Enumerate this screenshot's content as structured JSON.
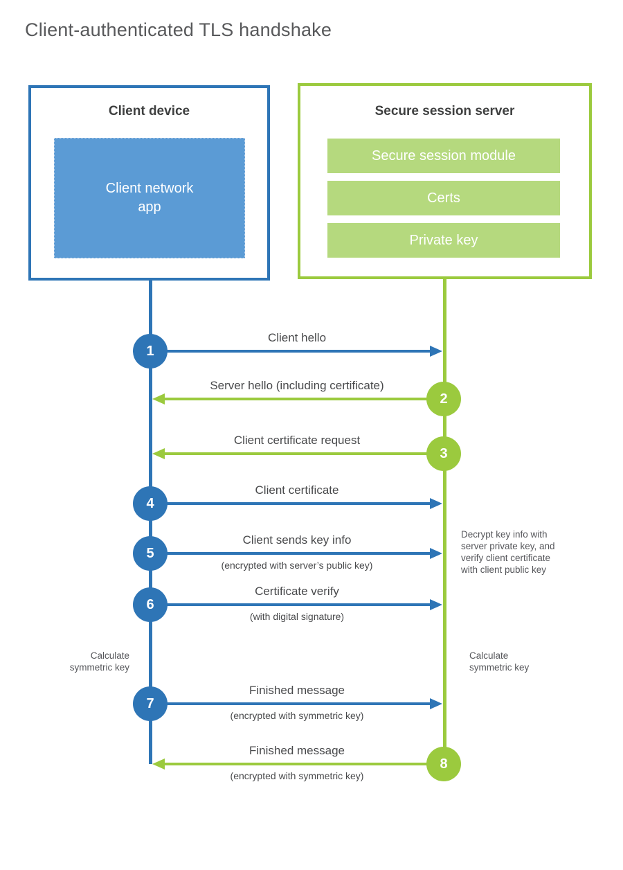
{
  "title": "Client-authenticated TLS handshake",
  "client": {
    "header": "Client device",
    "app_label": "Client network\napp"
  },
  "server": {
    "header": "Secure session server",
    "bars": [
      "Secure session module",
      "Certs",
      "Private key"
    ]
  },
  "steps": [
    {
      "num": "1",
      "label": "Client hello",
      "sublabel": "",
      "direction": "client-to-server"
    },
    {
      "num": "2",
      "label": "Server hello (including certificate)",
      "sublabel": "",
      "direction": "server-to-client"
    },
    {
      "num": "3",
      "label": "Client certificate request",
      "sublabel": "",
      "direction": "server-to-client"
    },
    {
      "num": "4",
      "label": "Client certificate",
      "sublabel": "",
      "direction": "client-to-server"
    },
    {
      "num": "5",
      "label": "Client sends key info",
      "sublabel": "(encrypted with server’s public key)",
      "direction": "client-to-server"
    },
    {
      "num": "6",
      "label": "Certificate verify",
      "sublabel": "(with digital signature)",
      "direction": "client-to-server"
    },
    {
      "num": "7",
      "label": "Finished message",
      "sublabel": "(encrypted with symmetric key)",
      "direction": "client-to-server"
    },
    {
      "num": "8",
      "label": "Finished message",
      "sublabel": "(encrypted with symmetric key)",
      "direction": "server-to-client"
    }
  ],
  "notes": {
    "decrypt": "Decrypt key info with\nserver private key, and\nverify client certificate\nwith client public key",
    "calc_left": "Calculate\nsymmetric key",
    "calc_right": "Calculate\nsymmetric key"
  },
  "colors": {
    "blue": "#2e75b6",
    "blue_fill": "#5b9bd5",
    "green": "#9bca3e",
    "green_fill": "#b5d97e",
    "text_dark": "#3f4040",
    "text_gray": "#58595b"
  }
}
